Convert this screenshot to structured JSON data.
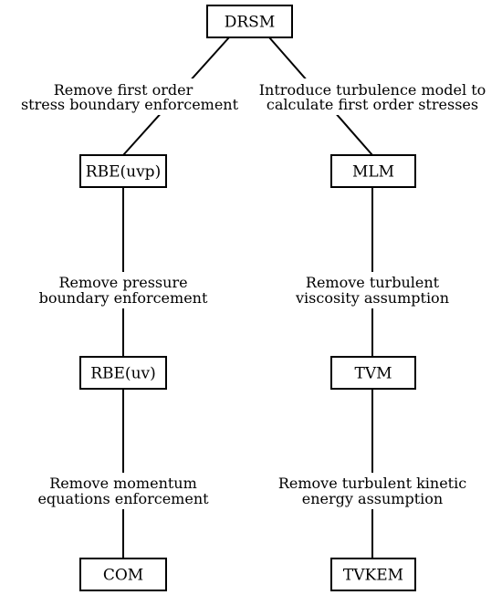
{
  "nodes": {
    "drsm": "DRSM",
    "rbe_uvp": "RBE(uvp)",
    "rbe_uv": "RBE(uv)",
    "com": "COM",
    "mlm": "MLM",
    "tvm": "TVM",
    "tvkem": "TVKEM"
  },
  "edges": {
    "drsm_to_rbe_uvp": {
      "line1": "Remove first order",
      "line2": "stress boundary enforcement"
    },
    "drsm_to_mlm": {
      "line1": "Introduce turbulence model to",
      "line2": "calculate first order stresses"
    },
    "rbe_uvp_to_rbe_uv": {
      "line1": "Remove pressure",
      "line2": "boundary enforcement"
    },
    "rbe_uv_to_com": {
      "line1": "Remove momentum",
      "line2": "equations enforcement"
    },
    "mlm_to_tvm": {
      "line1": "Remove turbulent",
      "line2": "viscosity assumption"
    },
    "tvm_to_tvkem": {
      "line1": "Remove turbulent kinetic",
      "line2": "energy assumption"
    }
  },
  "colors": {
    "stroke": "#000000",
    "background": "#ffffff"
  }
}
